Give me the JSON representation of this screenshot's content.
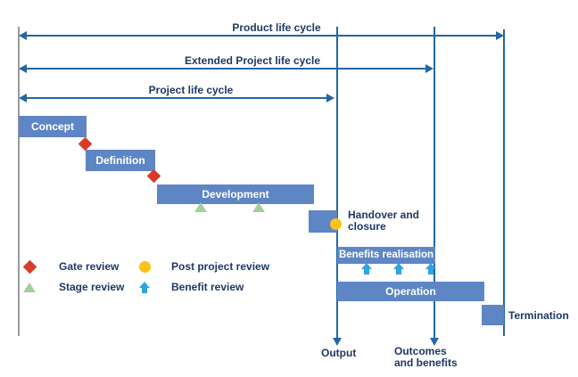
{
  "colors": {
    "bar_blue": "#5e86c5",
    "line_blue": "#2267a5",
    "text_navy": "#1f3864",
    "gate_red": "#da3a2a",
    "stage_green": "#a2cf9a",
    "post_yellow": "#f9c31b",
    "benefit_cyan": "#2ba6de",
    "axis_gray": "#9a9a9a"
  },
  "lifecycle_arrows": {
    "product": {
      "label": "Product life cycle"
    },
    "extended": {
      "label": "Extended Project life cycle"
    },
    "project": {
      "label": "Project life cycle"
    }
  },
  "phases": {
    "concept": {
      "label": "Concept"
    },
    "definition": {
      "label": "Definition"
    },
    "development": {
      "label": "Development"
    },
    "handover": {
      "label": "Handover and closure"
    },
    "benefits_realisation": {
      "label": "Benefits realisation"
    },
    "operation": {
      "label": "Operation"
    },
    "termination": {
      "label": "Termination"
    }
  },
  "outputs": {
    "output": {
      "label": "Output"
    },
    "outcomes": {
      "label": "Outcomes and benefits"
    }
  },
  "legend": {
    "gate": {
      "label": "Gate review",
      "icon": "red-diamond"
    },
    "stage": {
      "label": "Stage review",
      "icon": "green-triangle"
    },
    "post_project": {
      "label": "Post project review",
      "icon": "yellow-circle"
    },
    "benefit": {
      "label": "Benefit review",
      "icon": "cyan-up-arrow"
    }
  }
}
